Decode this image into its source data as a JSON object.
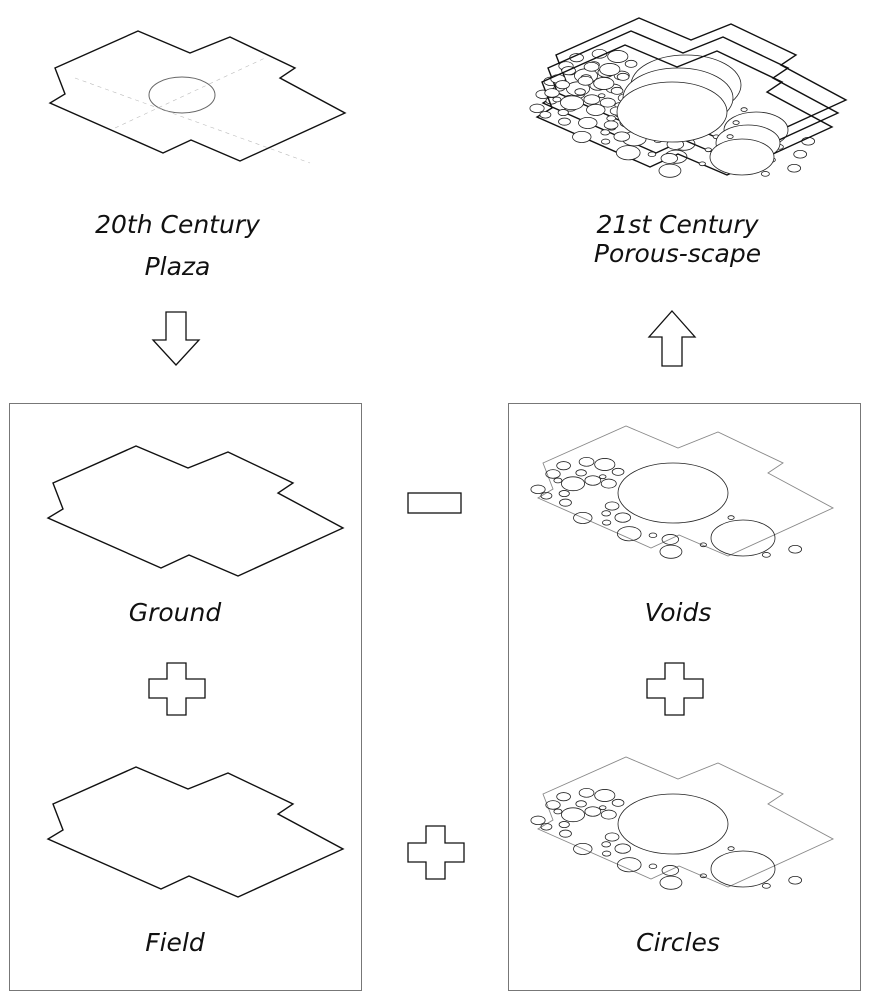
{
  "top_left": {
    "line1": "20th Century",
    "line2": "Plaza"
  },
  "top_right": {
    "line1": "21st Century",
    "line2": "Porous-scape"
  },
  "left_panel": {
    "ground_label": "Ground",
    "field_label": "Field"
  },
  "right_panel": {
    "voids_label": "Voids",
    "circles_label": "Circles"
  },
  "operators": {
    "arrow_down": "down-arrow-icon",
    "arrow_up": "up-arrow-icon",
    "minus": "minus-icon",
    "plus": "plus-icon"
  },
  "colors": {
    "line": "#111111",
    "thin_line": "#555555",
    "panel_border": "#777777"
  }
}
